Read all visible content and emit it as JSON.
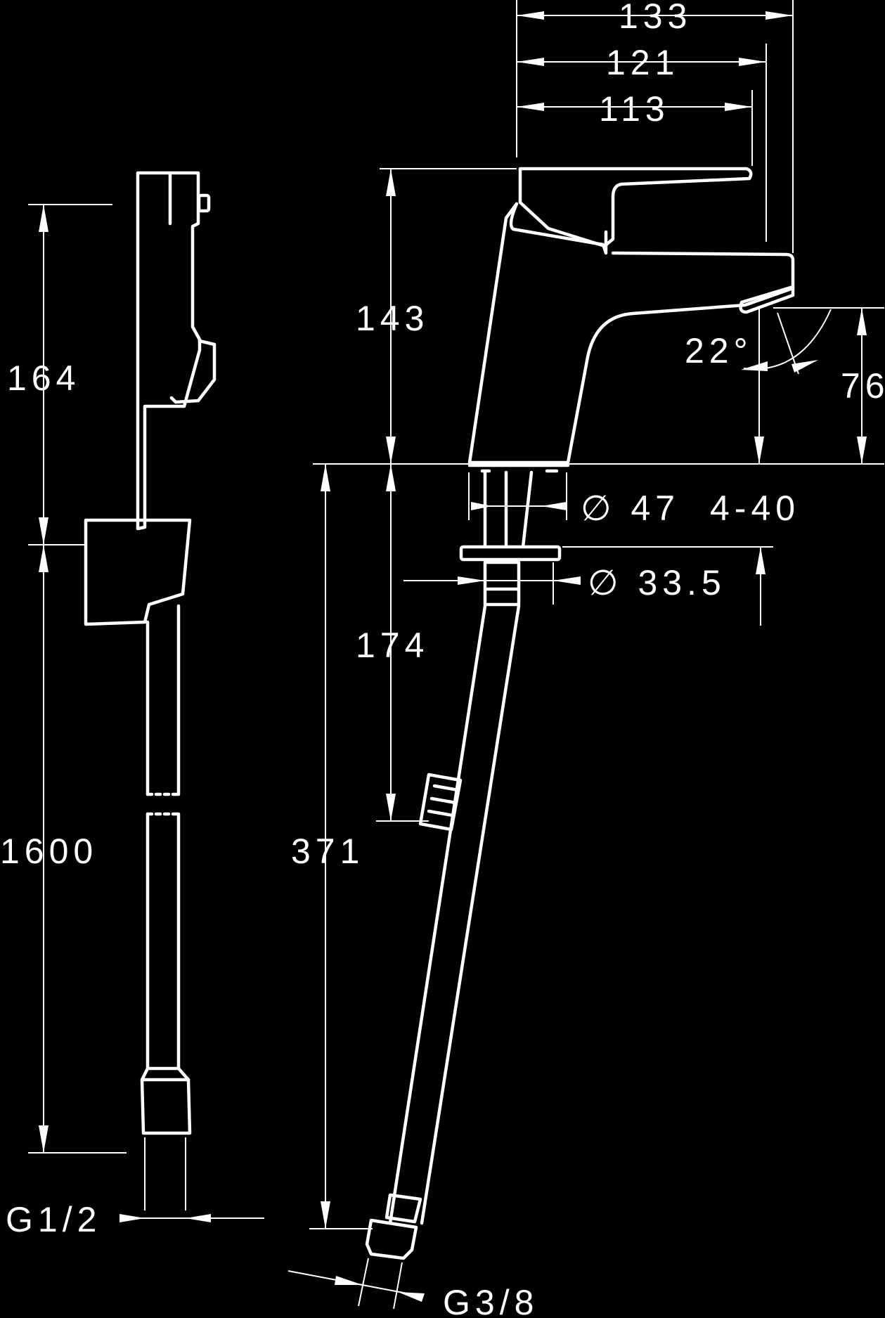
{
  "drawing": {
    "dimensions": {
      "width_133": "133",
      "width_121": "121",
      "width_113": "113",
      "height_143": "143",
      "angle_22": "22°",
      "height_76": "76",
      "dia_47": "∅ 47",
      "range_4_40": "4-40",
      "dia_33_5": "∅ 33.5",
      "depth_174": "174",
      "hose_371": "371",
      "hose_164": "164",
      "hose_1600": "1600",
      "thread_g12": "G1/2",
      "thread_g38": "G3/8"
    }
  }
}
